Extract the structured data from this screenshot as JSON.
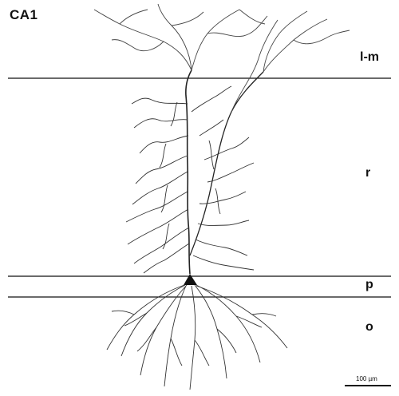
{
  "title": "CA1",
  "layers": [
    {
      "key": "lm",
      "label": "l-m"
    },
    {
      "key": "r",
      "label": "r"
    },
    {
      "key": "p",
      "label": "p"
    },
    {
      "key": "o",
      "label": "o"
    }
  ],
  "scale_bar": {
    "label": "100 µm"
  }
}
